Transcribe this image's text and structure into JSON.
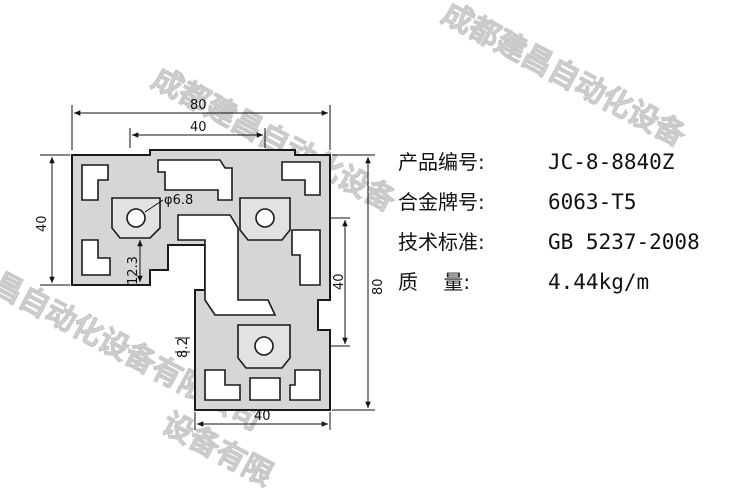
{
  "watermark": {
    "top_right": "成都建昌自动化设备",
    "middle": "成都建昌自动化设备",
    "left_lower": "昌自动化设备有限公司",
    "bottom": "设备有限"
  },
  "dimensions": {
    "top_overall": "80",
    "top_inner": "40",
    "hole_diameter": "φ6.8",
    "left_height": "40",
    "core_depth": "12.3",
    "right_inner": "40",
    "right_overall": "80",
    "slot_width": "8.2",
    "bottom_width": "40"
  },
  "specs": [
    {
      "label": "产品编号:",
      "value": "JC-8-8840Z"
    },
    {
      "label": "合金牌号:",
      "value": "6063-T5"
    },
    {
      "label": "技术标准:",
      "value": "GB 5237-2008"
    },
    {
      "label": "质    量:",
      "value": "4.44kg/m"
    }
  ],
  "colors": {
    "profile_fill": "#d6d6d6",
    "profile_stroke": "#1a1a1a",
    "watermark": "#c9c9c9"
  }
}
